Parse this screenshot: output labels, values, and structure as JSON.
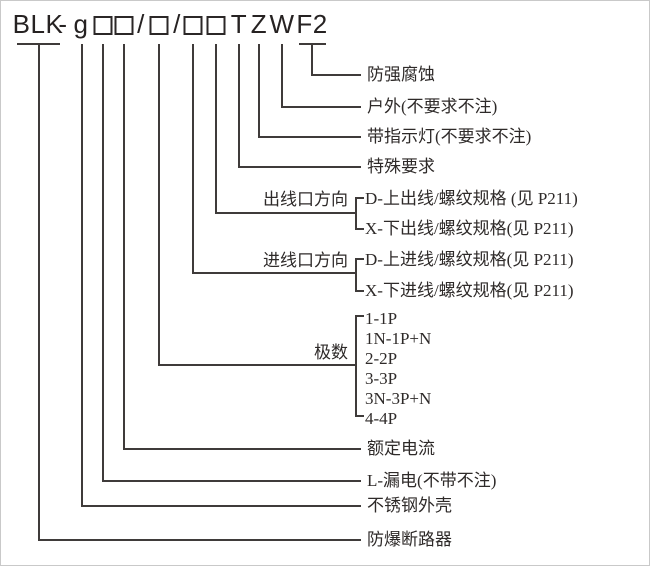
{
  "code": {
    "full": "BLK-g□□/□/□□TZWF2",
    "prefix": "BLK",
    "hyphen": "-",
    "series": "g",
    "slash1": "/",
    "slash2": "/",
    "t": "T",
    "z": "Z",
    "w": "W",
    "f2": "F2"
  },
  "branches": {
    "f2": "防强腐蚀",
    "w": "户外(不要求不注)",
    "z": "带指示灯(不要求不注)",
    "t": "特殊要求",
    "outlet": {
      "title": "出线口方向",
      "options": [
        "D-上出线/螺纹规格 (见 P211)",
        "X-下出线/螺纹规格(见 P211)"
      ]
    },
    "inlet": {
      "title": "进线口方向",
      "options": [
        "D-上进线/螺纹规格(见 P211)",
        "X-下进线/螺纹规格(见 P211)"
      ]
    },
    "poles": {
      "title": "极数",
      "options": [
        "1-1P",
        "1N-1P+N",
        "2-2P",
        "3-3P",
        "3N-3P+N",
        "4-4P"
      ]
    },
    "rated_current": "额定电流",
    "leakage": "L-漏电(不带不注)",
    "shell": "不锈钢外壳",
    "breaker": "防爆断路器"
  },
  "colors": {
    "line": "#3f3b3a",
    "text": "#2e2a29"
  }
}
